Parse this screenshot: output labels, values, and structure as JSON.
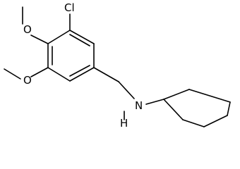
{
  "molecule": {
    "atoms": {
      "chlorine": "Cl",
      "methoxy_upper_oxygen": "O",
      "methoxy_lower_oxygen": "O",
      "amine_nitrogen": "N",
      "amine_hydrogen": "H"
    },
    "colors": {
      "bond": "#000000",
      "label": "#000000",
      "background": "#ffffff"
    }
  }
}
